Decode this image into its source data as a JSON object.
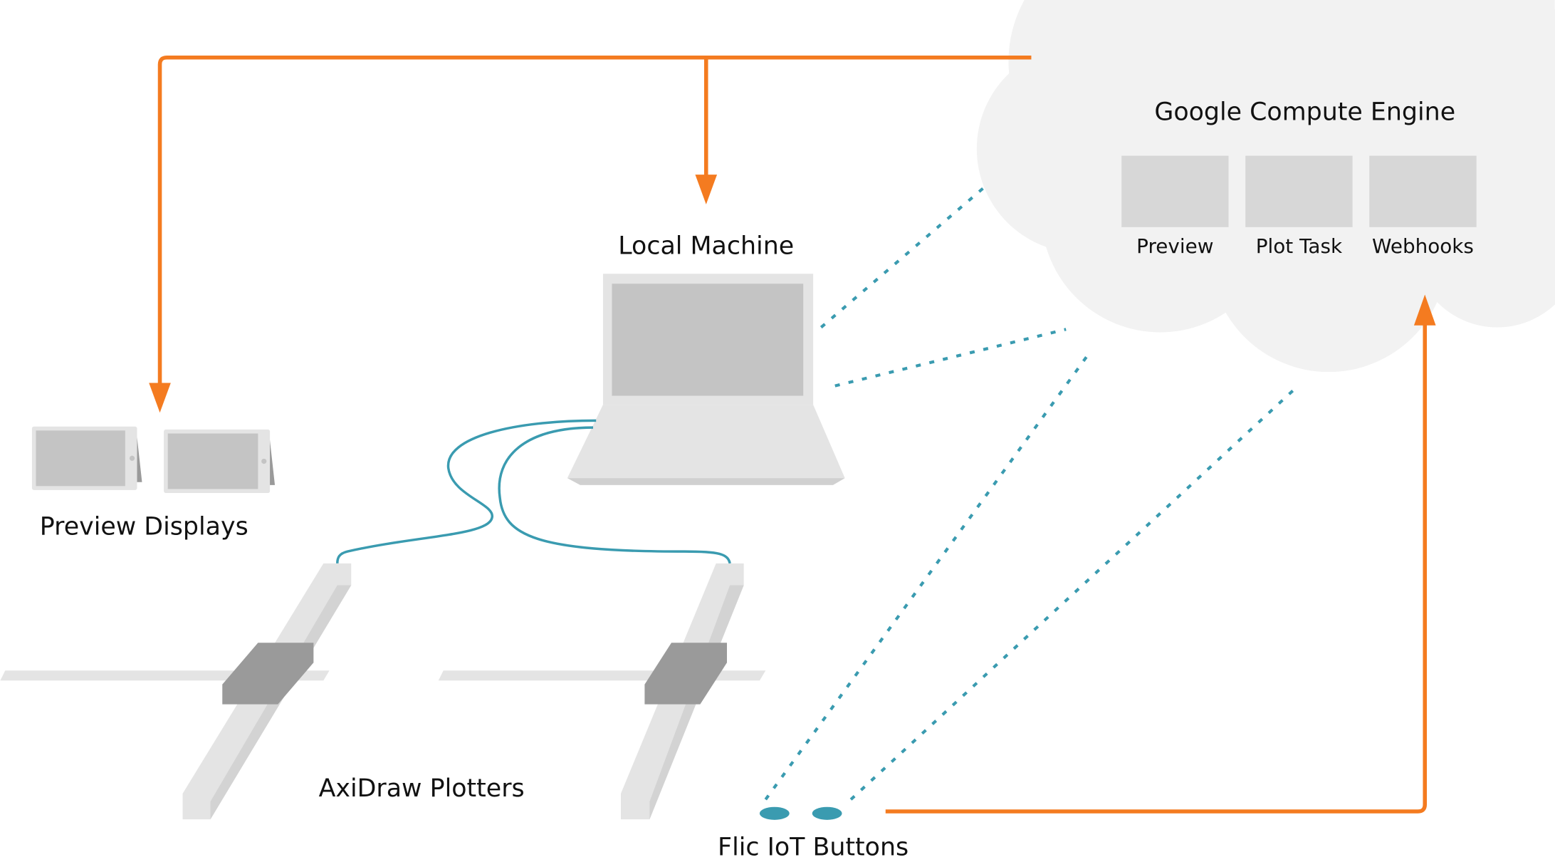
{
  "labels": {
    "cloud": "Google Compute Engine",
    "local_machine": "Local Machine",
    "preview_displays": "Preview Displays",
    "plotters": "AxiDraw Plotters",
    "buttons": "Flic IoT Buttons"
  },
  "services": [
    {
      "label": "Preview"
    },
    {
      "label": "Plot Task"
    },
    {
      "label": "Webhooks"
    }
  ],
  "colors": {
    "arrow": "#f47b20",
    "wireless": "#3a9bb0",
    "cable": "#3a9bb0",
    "cloud": "#f2f2f2",
    "device_light": "#e3e3e3",
    "device_screen": "#c4c4c4",
    "carriage": "#9a9a9a"
  }
}
